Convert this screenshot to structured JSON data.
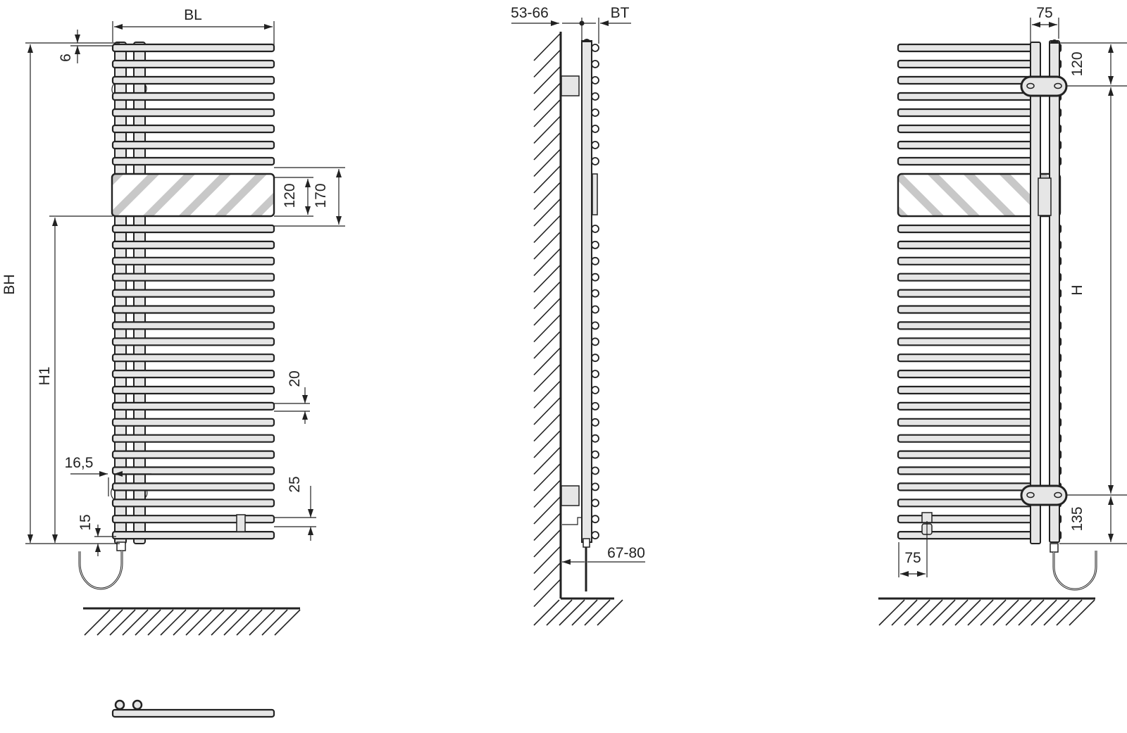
{
  "title": "Towel radiator dimension drawing",
  "front_view": {
    "labels": {
      "width": "BL",
      "height": "BH",
      "connection_height": "H1",
      "top_offset": "6",
      "panel_height": "120",
      "panel_zone": "170",
      "bar_gap": "20",
      "side_offset": "16,5",
      "bar_pitch": "25",
      "bottom_offset": "15"
    },
    "bars_above_panel": 8,
    "bars_below_panel": 20
  },
  "side_view": {
    "labels": {
      "wall_distance": "53-66",
      "depth": "BT",
      "element_distance": "67-80"
    }
  },
  "rear_view": {
    "labels": {
      "tube_spacing": "75",
      "top_bracket": "120",
      "bracket_distance": "H",
      "bottom_bracket": "135",
      "valve_offset": "75"
    }
  },
  "colors": {
    "line": "#222222",
    "fill": "#e6e6e6",
    "hatch": "#c8c8c8"
  }
}
